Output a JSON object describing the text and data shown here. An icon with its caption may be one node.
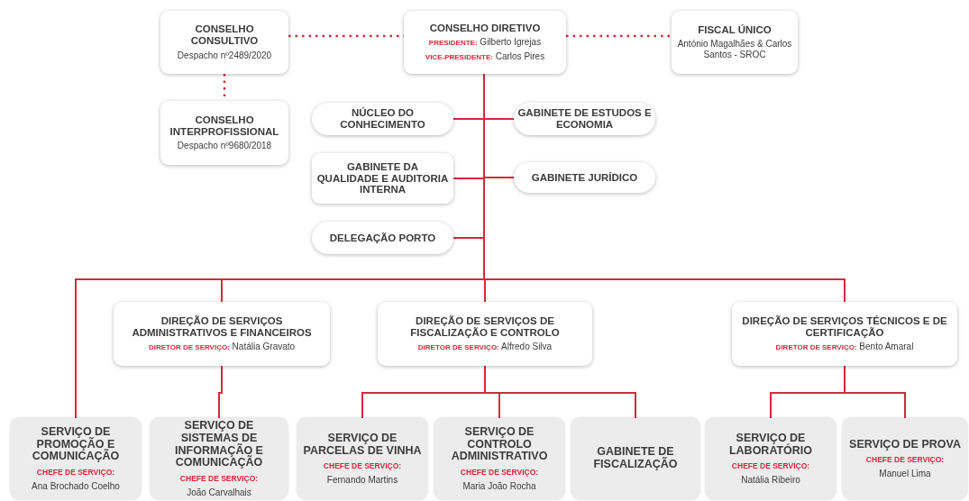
{
  "diagram": {
    "nodes": [
      {
        "text": [
          "CONSELHO CONSULTIVO",
          "Despacho nº2489/2020"
        ]
      },
      {
        "text": [
          "CONSELHO DIRETIVO",
          "**PRESIDENTE:** Gilberto Igrejas",
          "**VICE-PRESIDENTE:** Carlos Pires"
        ]
      },
      {
        "text": [
          "FISCAL ÚNICO",
          "António Magalhães & Carlos Santos - SROC"
        ]
      },
      {
        "text": [
          "CONSELHO INTERPROFISSIONAL",
          "Despacho nº9680/2018"
        ]
      },
      {
        "text": [
          "NÚCLEO DO CONHECIMENTO"
        ]
      },
      {
        "text": [
          "GABINETE DE ESTUDOS E ECONOMIA"
        ]
      },
      {
        "text": [
          "GABINETE DA QUALIDADE E AUDITORIA INTERNA"
        ]
      },
      {
        "text": [
          "GABINETE JURÍDICO"
        ]
      },
      {
        "text": [
          "DELEGAÇÃO PORTO"
        ]
      },
      {
        "text": [
          "DIREÇÃO DE SERVIÇOS ADMINISTRATIVOS E FINANCEIROS",
          "**DIRETOR DE SERVIÇO:** Natália Gravato"
        ]
      },
      {
        "text": [
          "DIREÇÃO DE SERVIÇOS DE FISCALIZAÇÃO E CONTROLO",
          "**DIRETOR DE SERVIÇO:** Alfredo Silva"
        ]
      },
      {
        "text": [
          "DIREÇÃO DE SERVIÇOS TÉCNICOS E DE CERTIFICAÇÃO",
          "**DIRETOR DE SERVIÇO:** Bento Amaral"
        ]
      },
      {
        "text": [
          "SERVIÇO DE PROMOÇÃO E COMUNICAÇÃO",
          "CHEFE DE SERVIÇO:",
          "Ana Brochado Coelho"
        ]
      },
      {
        "text": [
          "SERVIÇO DE SISTEMAS DE INFORMAÇÃO E COMUNICAÇÃO",
          "CHEFE DE SERVIÇO:",
          "João Carvalhais"
        ]
      },
      {
        "text": [
          "SERVIÇO DE PARCELAS DE VINHA",
          "CHEFE DE SERVIÇO:",
          "Fernando Martins"
        ]
      },
      {
        "text": [
          "SERVIÇO DE CONTROLO ADMINISTRATIVO",
          "CHEFE DE SERVIÇO:",
          "Maria João Rocha"
        ]
      },
      {
        "text": [
          "GABINETE DE FISCALIZAÇÃO"
        ]
      },
      {
        "text": [
          "SERVIÇO DE LABORATÓRIO",
          "CHEFE DE SERVIÇO:",
          "Natália Ribeiro"
        ]
      },
      {
        "text": [
          "SERVIÇO DE PROVA",
          "CHEFE DE SERVIÇO:",
          "Manuel Lima"
        ]
      }
    ],
    "edges": [
      {
        "from": 0,
        "to": 1,
        "arrow": "none",
        "style": "dashed"
      },
      {
        "from": 1,
        "to": 2,
        "arrow": "none",
        "style": "dashed"
      },
      {
        "from": 0,
        "to": 3,
        "arrow": "none",
        "style": "dashed"
      },
      {
        "from": 1,
        "to": 4,
        "arrow": "none"
      },
      {
        "from": 1,
        "to": 5,
        "arrow": "none"
      },
      {
        "from": 1,
        "to": 6,
        "arrow": "none"
      },
      {
        "from": 1,
        "to": 7,
        "arrow": "none"
      },
      {
        "from": 1,
        "to": 8,
        "arrow": "none"
      },
      {
        "from": 1,
        "to": 12,
        "arrow": "none"
      },
      {
        "from": 1,
        "to": 9,
        "arrow": "none"
      },
      {
        "from": 1,
        "to": 10,
        "arrow": "none"
      },
      {
        "from": 1,
        "to": 11,
        "arrow": "none"
      },
      {
        "from": 9,
        "to": 13,
        "arrow": "none"
      },
      {
        "from": 10,
        "to": 14,
        "arrow": "none"
      },
      {
        "from": 10,
        "to": 15,
        "arrow": "none"
      },
      {
        "from": 10,
        "to": 16,
        "arrow": "none"
      },
      {
        "from": 11,
        "to": 17,
        "arrow": "none"
      },
      {
        "from": 11,
        "to": 18,
        "arrow": "none"
      }
    ]
  }
}
